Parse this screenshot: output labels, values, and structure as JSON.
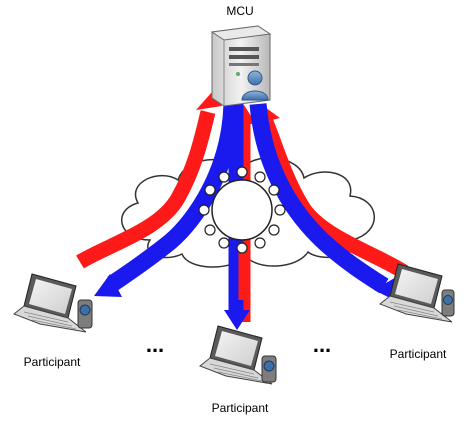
{
  "diagram": {
    "server": {
      "label": "MCU",
      "icon": "server-with-user-icon"
    },
    "network": {
      "icon": "cloud-icon",
      "conference_icon": "conference-table-icon"
    },
    "participants": [
      {
        "label": "Participant",
        "icon": "laptop-with-webcam-icon"
      },
      {
        "label": "Participant",
        "icon": "laptop-with-webcam-icon"
      },
      {
        "label": "Participant",
        "icon": "laptop-with-webcam-icon"
      }
    ],
    "ellipsis": [
      "...",
      "..."
    ],
    "colors": {
      "upstream": "#ff1a1a",
      "downstream": "#1a1aee",
      "cloud_stroke": "#333333",
      "cloud_fill": "#ffffff"
    }
  }
}
